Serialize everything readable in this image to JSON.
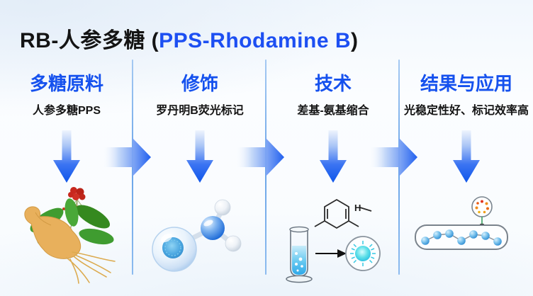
{
  "title": {
    "prefix": "RB-人参多糖 (",
    "highlight": "PPS-Rhodamine B",
    "suffix": ")"
  },
  "columns": [
    {
      "heading": "多糖原料",
      "subtitle": "人参多糖PPS",
      "illustration": "ginseng-plant"
    },
    {
      "heading": "修饰",
      "subtitle": "罗丹明B荧光标记",
      "illustration": "fluorescent-molecule-model"
    },
    {
      "heading": "技术",
      "subtitle": "差基-氨基缩合",
      "illustration": "test-tube-labeling-reaction"
    },
    {
      "heading": "结果与应用",
      "subtitle": "光稳定性好、标记效率高",
      "illustration": "labeled-polysaccharide-chain"
    }
  ],
  "reaction": {
    "hydrogen_label": "H"
  },
  "colors": {
    "heading_blue": "#1551ee",
    "title_highlight_blue": "#1d4ff2",
    "arrow_blue": "#1e63f0",
    "divider_blue": "#74aceb",
    "text_black": "#141414"
  }
}
